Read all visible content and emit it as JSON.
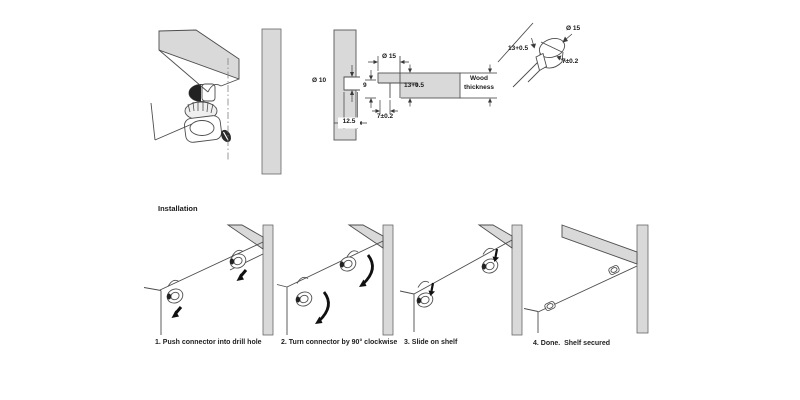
{
  "title": "Installation",
  "figures": {
    "cross_section": {
      "hole_diameter": "Ø 10",
      "hole_depth": "12.5",
      "recess_diameter": "Ø 15",
      "recess_height": "9",
      "connector_height": "13+0.5",
      "slot_width": "7±0.2",
      "wood_thickness": "Wood thickness"
    },
    "edge_detail": {
      "recess_diameter": "Ø 15",
      "connector_height": "13+0.5",
      "slot_width": "7±0.2"
    }
  },
  "steps": [
    {
      "caption": "1. Push connector into drill hole"
    },
    {
      "caption": "2. Turn connector by 90° clockwise"
    },
    {
      "caption": "3. Slide on shelf"
    },
    {
      "caption": "4. Done.  Shelf secured"
    }
  ],
  "colors": {
    "panel_fill": "#d9d9d9",
    "line": "#4d4d4d",
    "dim_line": "#3a3a3a",
    "arrow": "#111111",
    "text": "#1a1a1a"
  }
}
